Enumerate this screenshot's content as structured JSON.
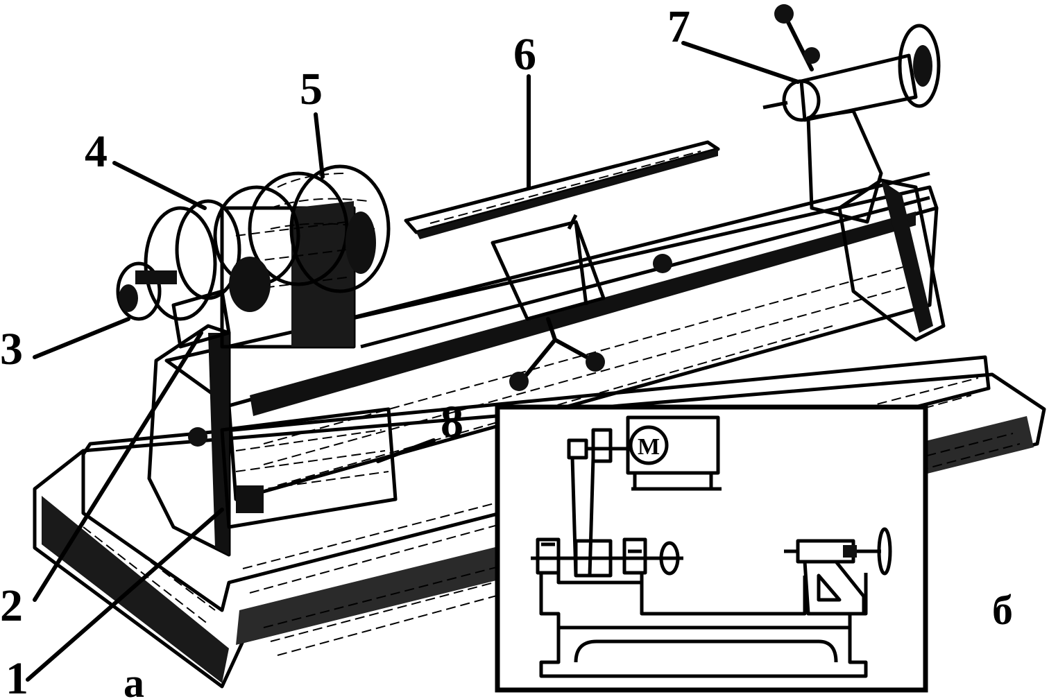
{
  "figure": {
    "part_labels": [
      "1",
      "2",
      "3",
      "4",
      "5",
      "6",
      "7",
      "8"
    ],
    "panel_labels": {
      "a": "а",
      "b": "б"
    },
    "schematic": {
      "motor_symbol": "M"
    }
  }
}
